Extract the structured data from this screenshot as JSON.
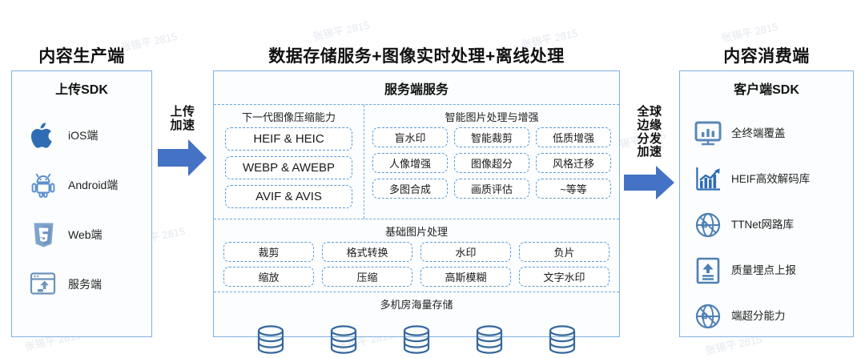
{
  "columns": {
    "left": {
      "title": "内容生产端",
      "panel_head": "上传SDK"
    },
    "center": {
      "title": "数据存储服务+图像实时处理+离线处理",
      "panel_head": "服务端服务"
    },
    "right": {
      "title": "内容消费端",
      "panel_head": "客户端SDK"
    }
  },
  "upload_sdk": {
    "items": [
      {
        "icon": "apple-icon",
        "label": "iOS端"
      },
      {
        "icon": "android-icon",
        "label": "Android端"
      },
      {
        "icon": "html5-icon",
        "label": "Web端"
      },
      {
        "icon": "server-icon",
        "label": "服务端"
      }
    ]
  },
  "client_sdk": {
    "items": [
      {
        "icon": "monitor-chart-icon",
        "label": "全终端覆盖"
      },
      {
        "icon": "growth-chart-icon",
        "label": "HEIF高效解码库"
      },
      {
        "icon": "globe-icon",
        "label": "TTNet网路库"
      },
      {
        "icon": "upload-report-icon",
        "label": "质量埋点上报"
      },
      {
        "icon": "globe-icon",
        "label": "端超分能力"
      }
    ]
  },
  "server": {
    "codec": {
      "title": "下一代图像压缩能力",
      "items": [
        "HEIF & HEIC",
        "WEBP & AWEBP",
        "AVIF & AVIS"
      ]
    },
    "ai": {
      "title": "智能图片处理与增强",
      "items": [
        "盲水印",
        "智能裁剪",
        "低质增强",
        "人像增强",
        "图像超分",
        "风格迁移",
        "多图合成",
        "画质评估",
        "~等等"
      ]
    },
    "basic": {
      "title": "基础图片处理",
      "items": [
        "裁剪",
        "格式转换",
        "水印",
        "负片",
        "缩放",
        "压缩",
        "高斯模糊",
        "文字水印"
      ]
    },
    "storage": {
      "title": "多机房海量存储",
      "node_count": 5
    }
  },
  "arrows": {
    "left": {
      "name": "upload-accel-arrow",
      "lines": [
        "上传",
        "加速"
      ]
    },
    "right": {
      "name": "edge-distribution-arrow",
      "lines": [
        "全球",
        "边缘",
        "分发",
        "加速"
      ]
    }
  },
  "watermark": {
    "text": "张锡平 2815"
  },
  "colors": {
    "arrow_blue": "#4472C4",
    "panel_border": "#7FB0DE",
    "chip_border": "#5B9BD5",
    "icon_blue": "#2E6DB4",
    "icon_steel": "#6E93BC",
    "db_blue": "#35689E"
  }
}
